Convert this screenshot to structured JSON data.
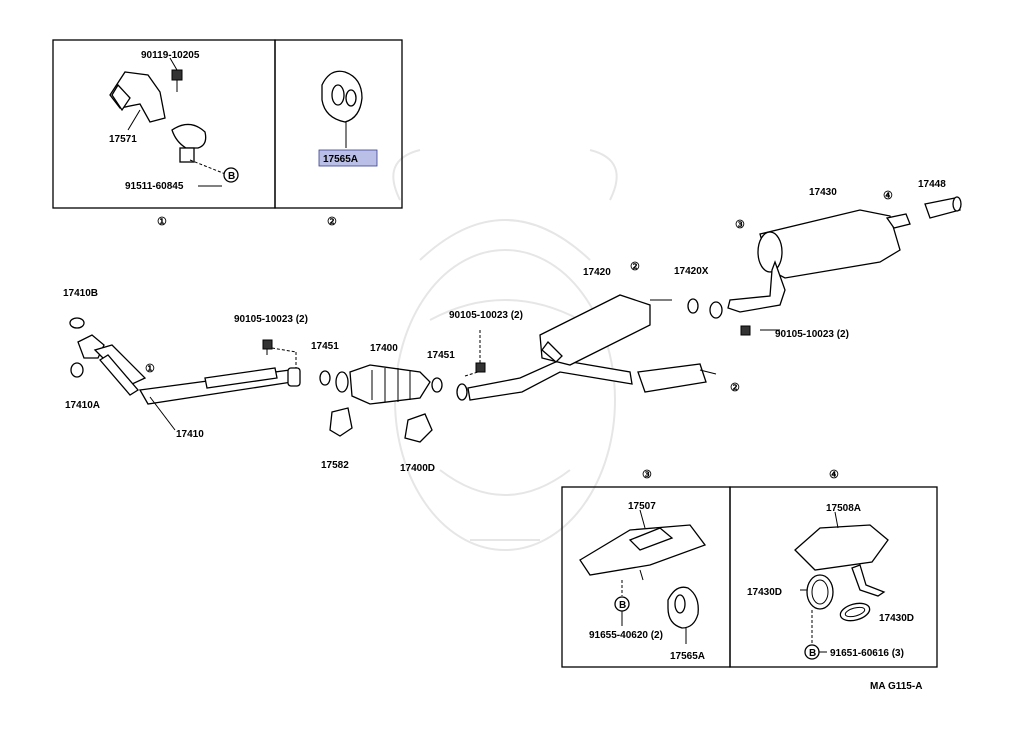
{
  "labels": {
    "p90119_10205": "90119-10205",
    "p17571": "17571",
    "p91511_60845": "91511-60845",
    "p17565A_top": "17565A",
    "p17410B": "17410B",
    "p17410A": "17410A",
    "p17410": "17410",
    "p90105_left": "90105-10023 (2)",
    "p17451_left": "17451",
    "p17400": "17400",
    "p17451_right": "17451",
    "p17582": "17582",
    "p17400D": "17400D",
    "p90105_mid": "90105-10023 (2)",
    "p17420": "17420",
    "p17420X": "17420X",
    "p17430": "17430",
    "p17448": "17448",
    "p90105_right": "90105-10023 (2)",
    "p17507": "17507",
    "p91655_40620": "91655-40620 (2)",
    "p17565A_bottom": "17565A",
    "p17508A": "17508A",
    "p17430D_left": "17430D",
    "p17430D_right": "17430D",
    "p91651_60616": "91651-60616 (3)",
    "figure_code": "MA G115-A"
  },
  "callouts": {
    "one": "①",
    "two": "②",
    "three": "③",
    "four": "④",
    "b_mark": "B"
  },
  "colors": {
    "highlight": "#b9bfe6",
    "line": "#000000",
    "watermark": "#e6e6e6"
  }
}
